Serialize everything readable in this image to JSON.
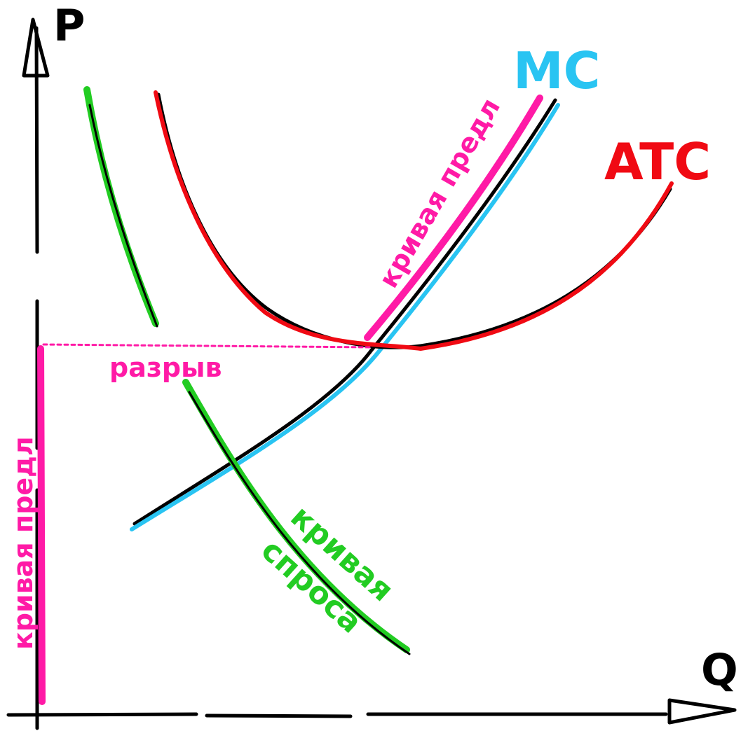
{
  "axes": {
    "y_label": "P",
    "x_label": "Q"
  },
  "curves": {
    "mc": {
      "label": "MC",
      "color": "#29c4f2"
    },
    "atc": {
      "label": "ATC",
      "color": "#f00a13"
    },
    "demand": {
      "label_line1": "кривая",
      "label_line2": "спроса",
      "color": "#22cc22"
    },
    "supply_left": {
      "label": "кривая предл",
      "color": "#ff1aa6"
    },
    "supply_right": {
      "label": "кривая предл",
      "color": "#ff1aa6"
    }
  },
  "gap_label": "разрыв"
}
